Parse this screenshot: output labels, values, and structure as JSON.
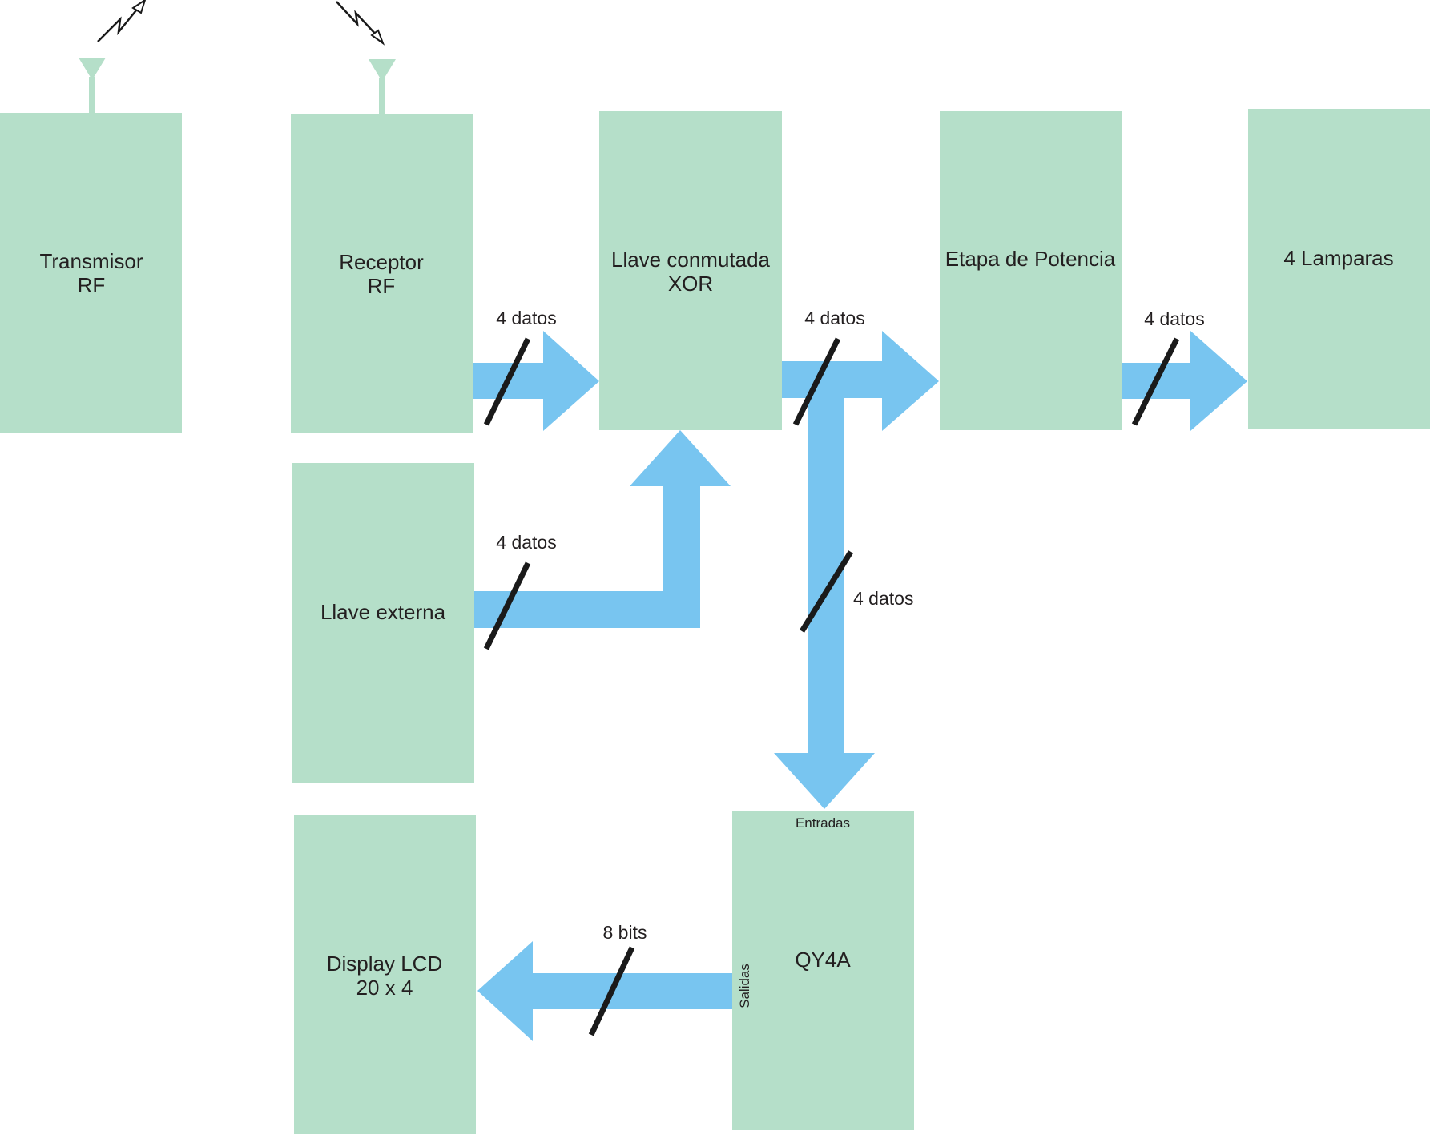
{
  "colors": {
    "block_fill": "#b5dfc9",
    "arrow_fill": "#78c5f0",
    "bus_slash": "#1a1a1a",
    "text": "#231f20"
  },
  "blocks": {
    "transmisor": {
      "line1": "Transmisor",
      "line2": "RF"
    },
    "receptor": {
      "line1": "Receptor",
      "line2": "RF"
    },
    "xor": {
      "line1": "Llave conmutada",
      "line2": "XOR"
    },
    "potencia": {
      "line1": "Etapa de Potencia"
    },
    "lamparas": {
      "line1": "4 Lamparas"
    },
    "externa": {
      "line1": "Llave externa"
    },
    "lcd": {
      "line1": "Display LCD",
      "line2": "20 x 4"
    },
    "qy4a": {
      "line1": "QY4A",
      "port_in": "Entradas",
      "port_out": "Salidas"
    }
  },
  "buses": {
    "rx_to_xor": "4 datos",
    "ext_to_xor": "4 datos",
    "xor_to_pot": "4 datos",
    "xor_to_qy4a": "4 datos",
    "pot_to_lamp": "4 datos",
    "qy4a_to_lcd": "8 bits"
  },
  "icons": {
    "tx_antenna": "antenna-transmit-icon",
    "rx_antenna": "antenna-receive-icon"
  }
}
